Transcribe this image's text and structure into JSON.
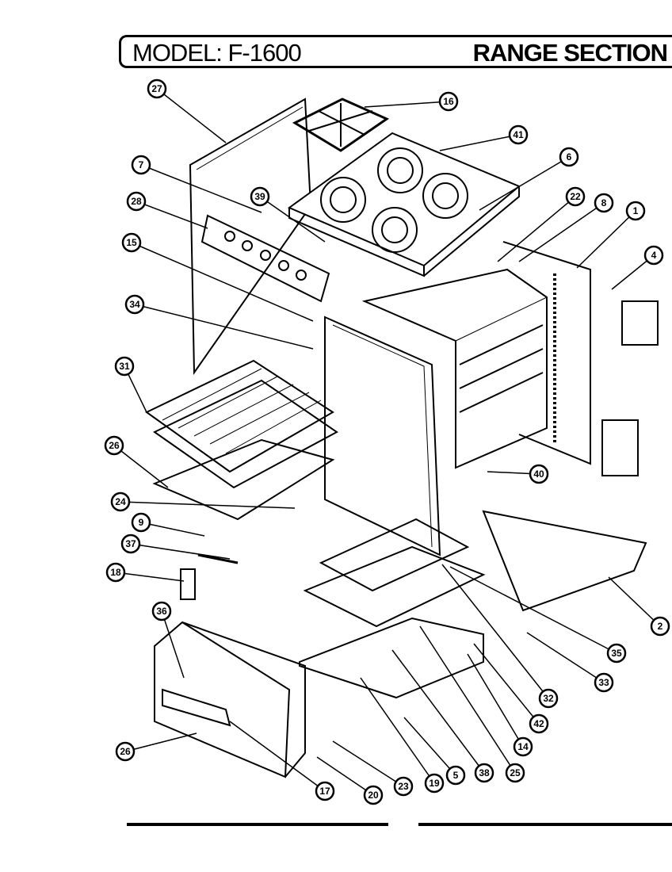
{
  "header": {
    "model": "MODEL: F-1600",
    "section": "RANGE SECTION"
  },
  "callouts": [
    {
      "label": "27"
    },
    {
      "label": "16"
    },
    {
      "label": "41"
    },
    {
      "label": "6"
    },
    {
      "label": "7"
    },
    {
      "label": "22"
    },
    {
      "label": "8"
    },
    {
      "label": "1"
    },
    {
      "label": "28"
    },
    {
      "label": "39"
    },
    {
      "label": "4"
    },
    {
      "label": "15"
    },
    {
      "label": "34"
    },
    {
      "label": "31"
    },
    {
      "label": "26"
    },
    {
      "label": "40"
    },
    {
      "label": "24"
    },
    {
      "label": "9"
    },
    {
      "label": "37"
    },
    {
      "label": "18"
    },
    {
      "label": "2"
    },
    {
      "label": "36"
    },
    {
      "label": "35"
    },
    {
      "label": "33"
    },
    {
      "label": "32"
    },
    {
      "label": "42"
    },
    {
      "label": "14"
    },
    {
      "label": "26"
    },
    {
      "label": "17"
    },
    {
      "label": "20"
    },
    {
      "label": "23"
    },
    {
      "label": "19"
    },
    {
      "label": "5"
    },
    {
      "label": "38"
    },
    {
      "label": "25"
    }
  ]
}
